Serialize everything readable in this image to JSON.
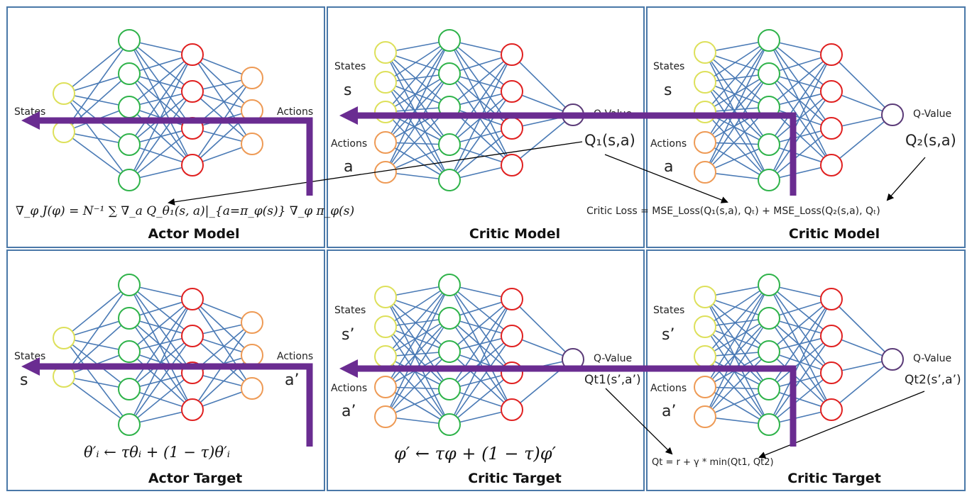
{
  "colors": {
    "input_layer": "#dde05a",
    "hidden1": "#2fb34a",
    "hidden2": "#e02020",
    "output_actions": "#ee9a55",
    "action_input": "#ee9a55",
    "q_value_node": "#5b3b78",
    "connections": "#4a7ab5",
    "flow_arrow": "#6a2c91",
    "panel_border": "#4a78a8"
  },
  "panels": {
    "actor_model": {
      "title": "Actor Model",
      "left_label": "States",
      "right_label": "Actions",
      "equation": "∇_φ J(φ) = N⁻¹ ∑ ∇_a Q_θ₁(s, a)|_{a=π_φ(s)} ∇_φ π_φ(s)"
    },
    "critic_model_1": {
      "title": "Critic Model",
      "states_label": "States",
      "state_symbol": "s",
      "actions_label": "Actions",
      "action_symbol": "a",
      "q_label": "Q-Value",
      "q_output": "Q₁(s,a)"
    },
    "critic_model_2": {
      "title": "Critic Model",
      "states_label": "States",
      "state_symbol": "s",
      "actions_label": "Actions",
      "action_symbol": "a",
      "q_label": "Q-Value",
      "q_output": "Q₂(s,a)",
      "loss": "Critic Loss = MSE_Loss(Q₁(s,a), Qₜ) + MSE_Loss(Q₂(s,a), Qₜ)"
    },
    "actor_target": {
      "title": "Actor Target",
      "left_label": "States",
      "left_symbol": "s",
      "right_label": "Actions",
      "right_symbol": "a’",
      "update": "θ′ᵢ ← τθᵢ + (1 − τ)θ′ᵢ"
    },
    "critic_target_1": {
      "title": "Critic Target",
      "states_label": "States",
      "state_symbol": "s’",
      "actions_label": "Actions",
      "action_symbol": "a’",
      "q_label": "Q-Value",
      "q_output": "Qt1(s’,a’)",
      "update": "φ′ ← τφ + (1 − τ)φ′"
    },
    "critic_target_2": {
      "title": "Critic Target",
      "states_label": "States",
      "state_symbol": "s’",
      "actions_label": "Actions",
      "action_symbol": "a’",
      "q_label": "Q-Value",
      "q_output": "Qt2(s’,a’)",
      "target": "Qt = r + γ * min(Qt1, Qt2)"
    }
  }
}
